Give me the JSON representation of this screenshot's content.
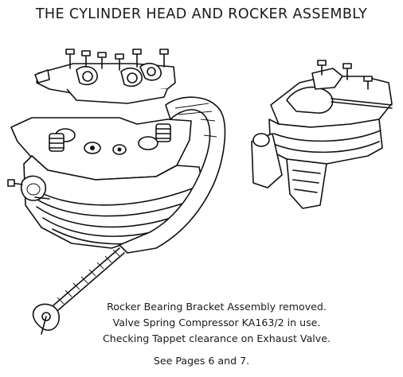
{
  "title": "THE CYLINDER HEAD AND ROCKER ASSEMBLY",
  "caption": {
    "line1": "Rocker Bearing Bracket Assembly removed.",
    "line2": "Valve Spring Compressor KA163/2 in use.",
    "line3": "Checking Tappet clearance on Exhaust Valve."
  },
  "footer": "See Pages 6 and 7."
}
